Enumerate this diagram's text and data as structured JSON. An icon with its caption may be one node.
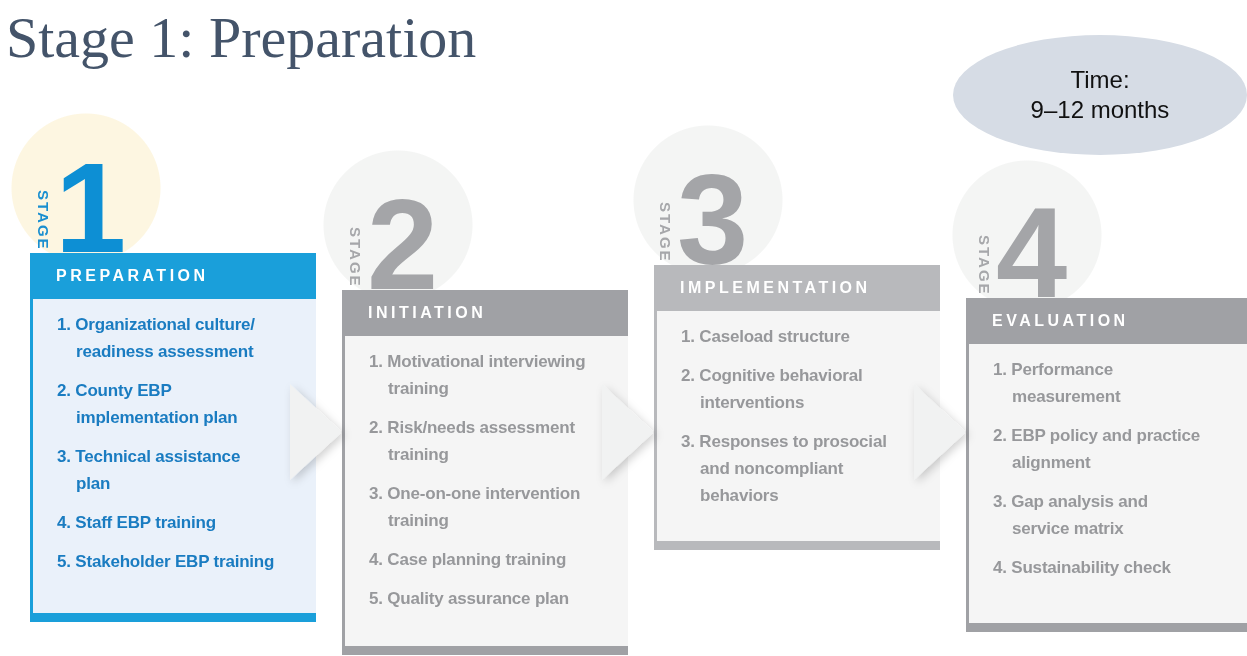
{
  "diagram": {
    "title": "Stage 1: Preparation",
    "nodes": [
      {
        "text": [
          "Time:",
          "9–12 months"
        ]
      },
      {
        "text": [
          "STAGE",
          "1"
        ]
      },
      {
        "text": [
          "PREPARATION",
          "1. Organizational culture/ readiness assessment",
          "2. County EBP implementation plan",
          "3. Technical assistance plan",
          "4. Staff EBP training",
          "5. Stakeholder EBP training"
        ]
      },
      {
        "text": [
          "STAGE",
          "2"
        ]
      },
      {
        "text": [
          "INITIATION",
          "1. Motivational interviewing training",
          "2. Risk/needs assessment training",
          "3. One-on-one intervention training",
          "4. Case planning training",
          "5. Quality assurance plan"
        ]
      },
      {
        "text": [
          "STAGE",
          "3"
        ]
      },
      {
        "text": [
          "IMPLEMENTATION",
          "1. Caseload structure",
          "2. Cognitive behavioral interventions",
          "3. Responses to prosocial and noncompliant behaviors"
        ]
      },
      {
        "text": [
          "STAGE",
          "4"
        ]
      },
      {
        "text": [
          "EVALUATION",
          "1. Performance measurement",
          "2. EBP policy and practice alignment",
          "3. Gap analysis and service matrix",
          "4. Sustainability check"
        ]
      }
    ],
    "edges": [
      {
        "from": 2,
        "to": 4,
        "arrow": "to"
      },
      {
        "from": 4,
        "to": 6,
        "arrow": "to"
      },
      {
        "from": 6,
        "to": 8,
        "arrow": "to"
      }
    ]
  }
}
